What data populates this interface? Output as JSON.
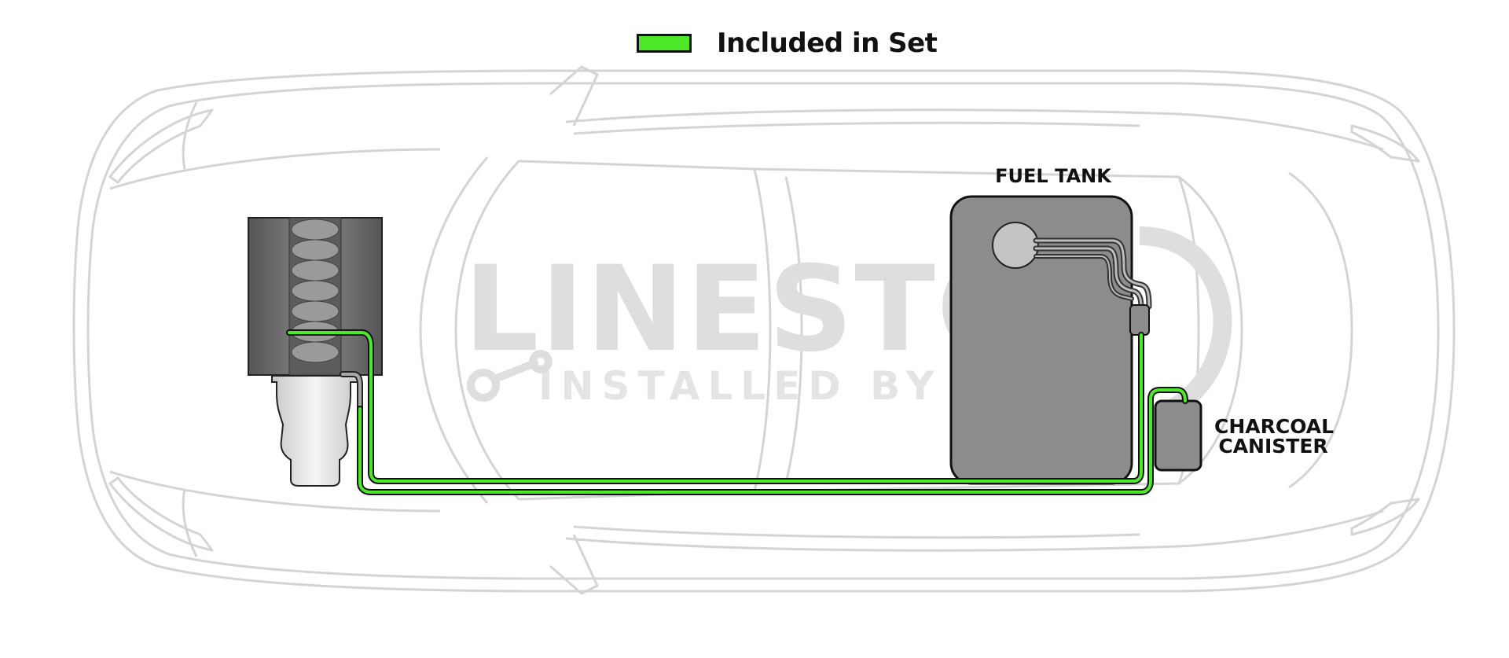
{
  "legend": {
    "label": "Included in Set",
    "color": "#4de82a"
  },
  "labels": {
    "fuel_tank": "FUEL TANK",
    "canister_line1": "CHARCOAL",
    "canister_line2": "CANISTER"
  },
  "watermark": {
    "brand": "LINESTO",
    "tagline": "INSTALLED BY A"
  },
  "colors": {
    "car_outline": "#d4d4d4",
    "component_fill": "#8c8c8c",
    "line_included": "#4de82a",
    "line_other": "#9a9a9a",
    "watermark": "#dedede"
  }
}
